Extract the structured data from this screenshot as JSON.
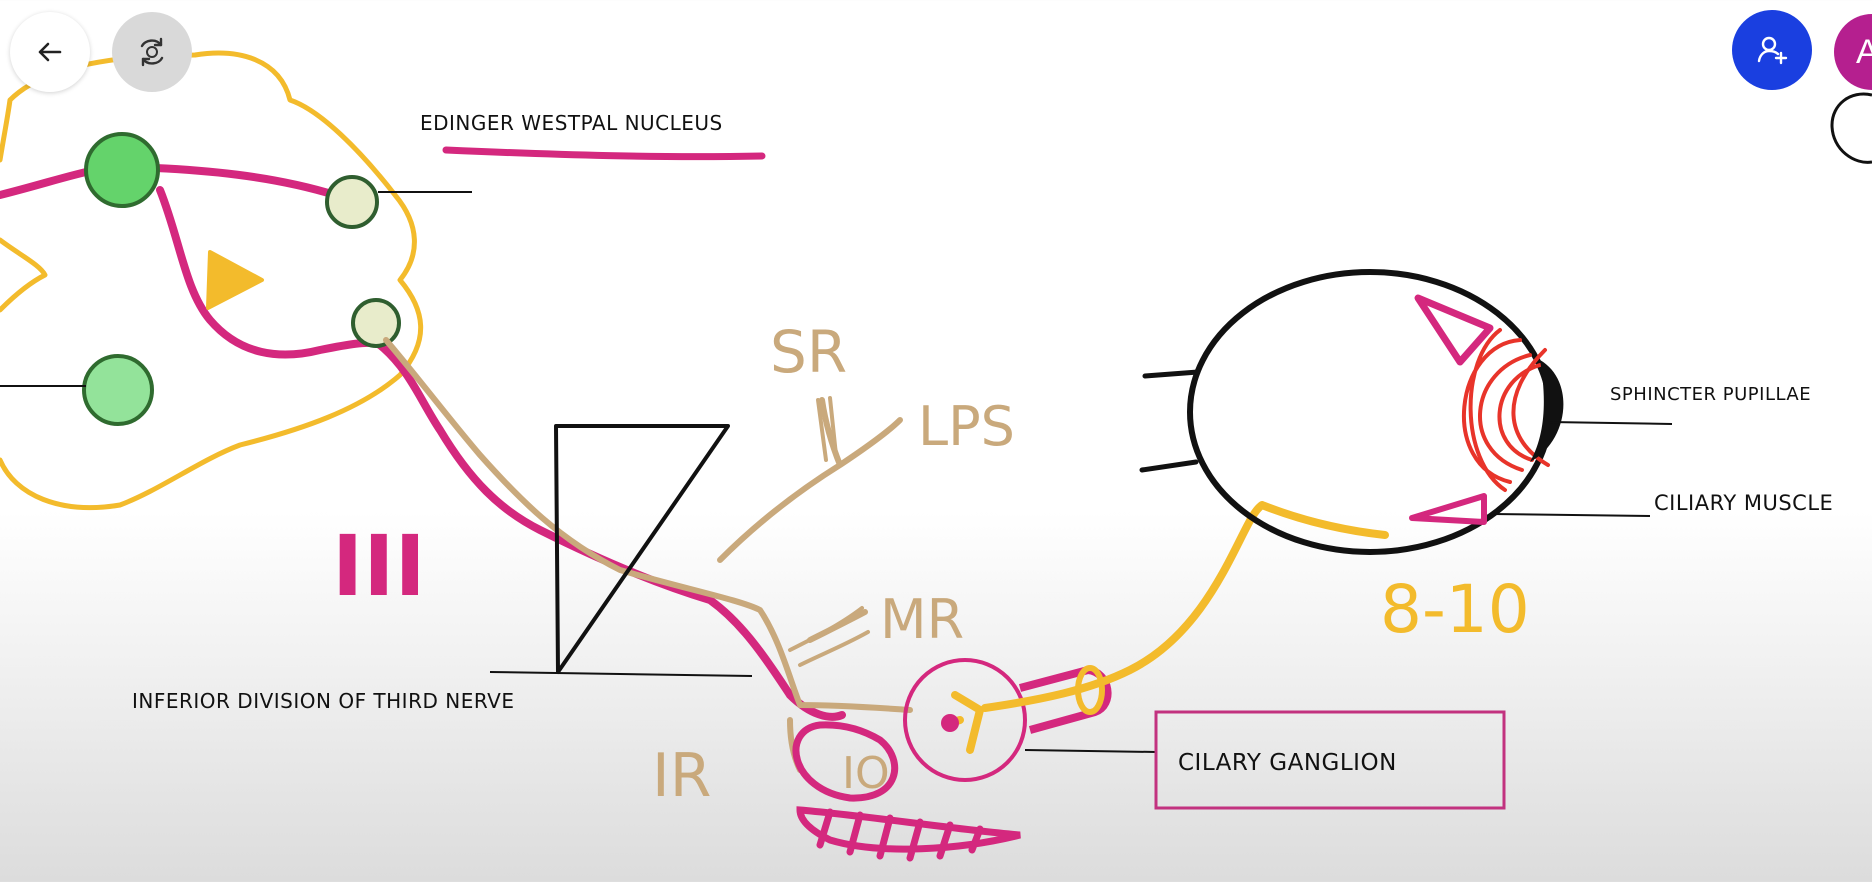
{
  "controls": {
    "back": {
      "icon": "back-arrow-icon"
    },
    "replay": {
      "icon": "replay-icon"
    },
    "add_person": {
      "icon": "add-person-icon",
      "color": "#1a3fe0"
    },
    "avatar": {
      "initial": "A",
      "color": "#b51f8f"
    }
  },
  "diagram": {
    "colors": {
      "pink": "#d4287e",
      "yellow": "#f3bb2c",
      "tan": "#c9a97c",
      "red": "#e8342a",
      "green": "#64d36b",
      "black": "#111111"
    },
    "labels": {
      "edinger": "EDINGER WESTPAL NUCLEUS",
      "sr": "SR",
      "lps": "LPS",
      "mr": "MR",
      "ir": "IR",
      "io": "IO",
      "roman": "III",
      "inferior_division": "INFERIOR DIVISION OF THIRD NERVE",
      "sphincter": "SPHINCTER PUPILLAE",
      "ciliary_muscle": "CILIARY MUSCLE",
      "ciliary_ganglion": "CILARY GANGLION",
      "range": "8-10"
    }
  }
}
